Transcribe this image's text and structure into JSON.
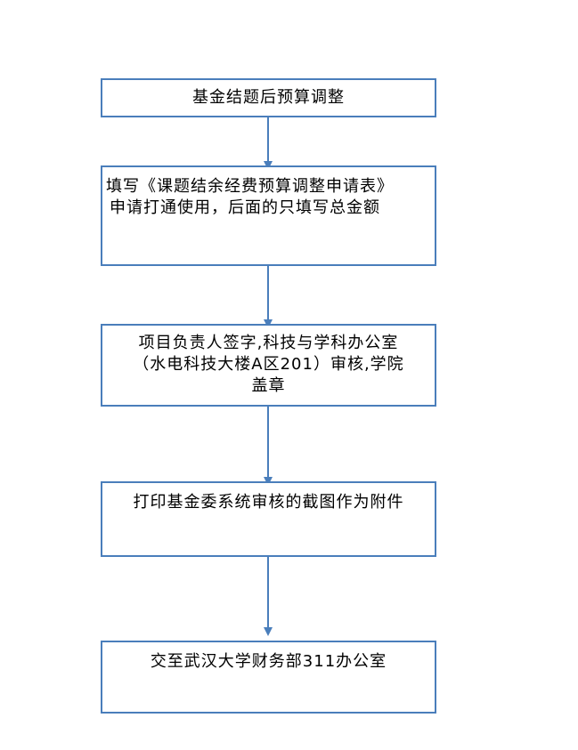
{
  "flowchart": {
    "steps": [
      {
        "lines": [
          "基金结题后预算调整"
        ]
      },
      {
        "lines": [
          "填写《课题结余经费预算调整申请表》",
          "申请打通使用，后面的只填写总金额"
        ]
      },
      {
        "lines": [
          "项目负责人签字,科技与学科办公室",
          "（水电科技大楼A区201）审核,学院",
          "盖章"
        ]
      },
      {
        "lines": [
          "打印基金委系统审核的截图作为附件"
        ]
      },
      {
        "lines": [
          "交至武汉大学财务部311办公室"
        ]
      }
    ],
    "colors": {
      "border": "#4a7ebb",
      "arrow": "#4a7ebb",
      "text": "#000000"
    }
  }
}
